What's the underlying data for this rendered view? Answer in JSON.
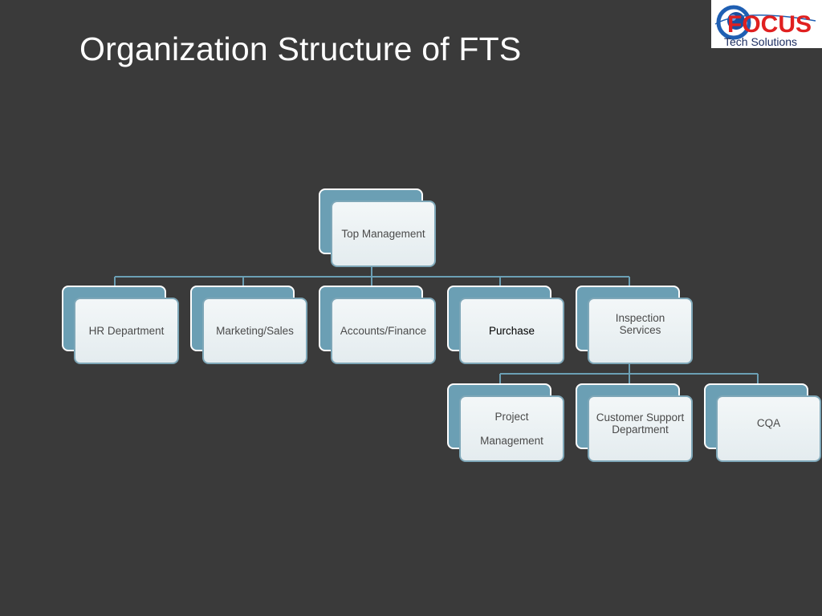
{
  "slide": {
    "title": "Organization Structure of FTS"
  },
  "logo": {
    "brand": "FOCUS",
    "tagline": "Tech Solutions"
  },
  "org_chart": {
    "root": "Top Management",
    "departments": [
      "HR Department",
      "Marketing/Sales",
      "Accounts/Finance",
      "Purchase"
    ],
    "inspection": {
      "line1": "Inspection",
      "line2": "Services"
    },
    "sub_units": {
      "project_line1": "Project",
      "project_line2": "Management",
      "support_line1": "Customer Support",
      "support_line2": "Department",
      "cqa": "CQA"
    }
  },
  "colors": {
    "background": "#3a3a3a",
    "node_back": "#6b9fb4",
    "node_front": "#eef3f5",
    "connector": "#6b9fb4"
  }
}
